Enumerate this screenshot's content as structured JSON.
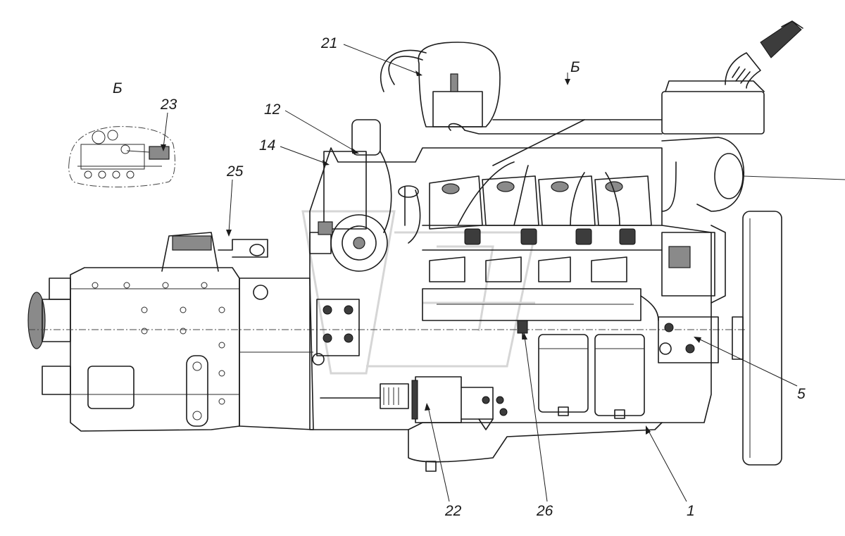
{
  "views": {
    "view_b_marker": "Б",
    "view_b_inset_title": "Б"
  },
  "callouts": [
    {
      "id": "c1",
      "label": "1"
    },
    {
      "id": "c5",
      "label": "5"
    },
    {
      "id": "c12",
      "label": "12"
    },
    {
      "id": "c14",
      "label": "14"
    },
    {
      "id": "c21",
      "label": "21"
    },
    {
      "id": "c22",
      "label": "22"
    },
    {
      "id": "c23",
      "label": "23"
    },
    {
      "id": "c25",
      "label": "25"
    },
    {
      "id": "c26",
      "label": "26"
    }
  ]
}
